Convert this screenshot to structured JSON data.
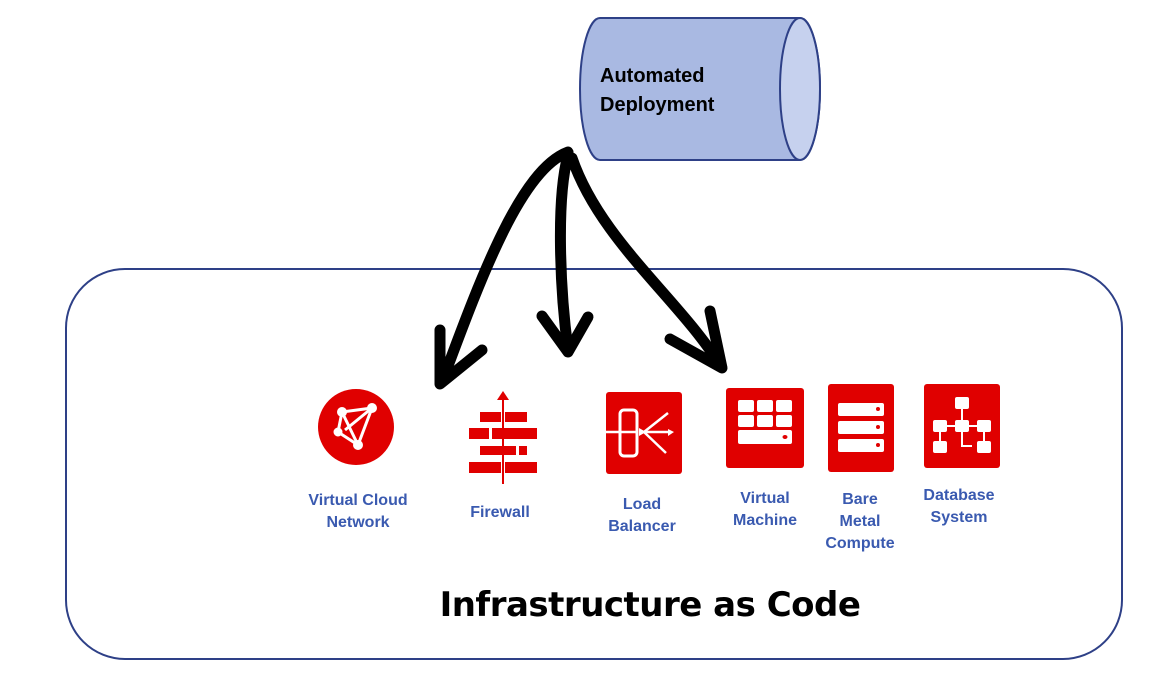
{
  "source": {
    "label_line1": "Automated",
    "label_line2": "Deployment",
    "fill_color": "#a9b9e2",
    "end_cap_color": "#c6d1ee",
    "stroke_color": "#2e4087"
  },
  "container": {
    "title": "Infrastructure as Code",
    "border_color": "#2e4087"
  },
  "icon_color": "#e00000",
  "label_color": "#3a5ab0",
  "components": [
    {
      "id": "vcn",
      "icon": "network-mesh-icon",
      "label_line1": "Virtual Cloud",
      "label_line2": "Network"
    },
    {
      "id": "firewall",
      "icon": "firewall-brick-icon",
      "label_line1": "Firewall",
      "label_line2": ""
    },
    {
      "id": "lb",
      "icon": "load-balancer-icon",
      "label_line1": "Load",
      "label_line2": "Balancer"
    },
    {
      "id": "vm",
      "icon": "virtual-machine-grid-icon",
      "label_line1": "Virtual",
      "label_line2": "Machine"
    },
    {
      "id": "bm",
      "icon": "server-stack-icon",
      "label_line1": "Bare",
      "label_line2": "Metal",
      "label_line3": "Compute"
    },
    {
      "id": "db",
      "icon": "database-tree-icon",
      "label_line1": "Database",
      "label_line2": "System"
    }
  ],
  "arrows": [
    {
      "from": "Automated Deployment",
      "to": "Virtual Cloud Network"
    },
    {
      "from": "Automated Deployment",
      "to": "Firewall"
    },
    {
      "from": "Automated Deployment",
      "to": "Virtual Machine"
    }
  ]
}
